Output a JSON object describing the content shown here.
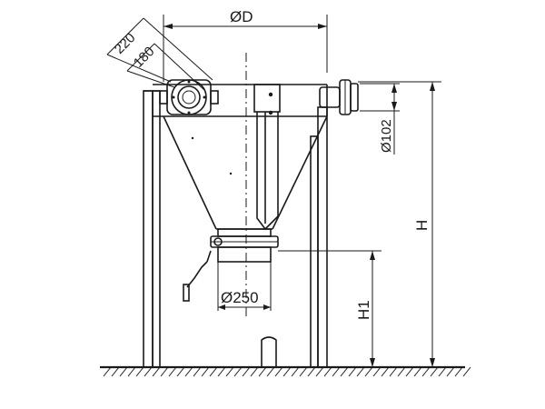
{
  "labels": {
    "diameter_d": "ØD",
    "flange_outer": "220",
    "flange_bolt": "180",
    "pipe_diameter": "Ø102",
    "height_h": "H",
    "outlet_diameter": "Ø250",
    "height_h1": "H1"
  }
}
